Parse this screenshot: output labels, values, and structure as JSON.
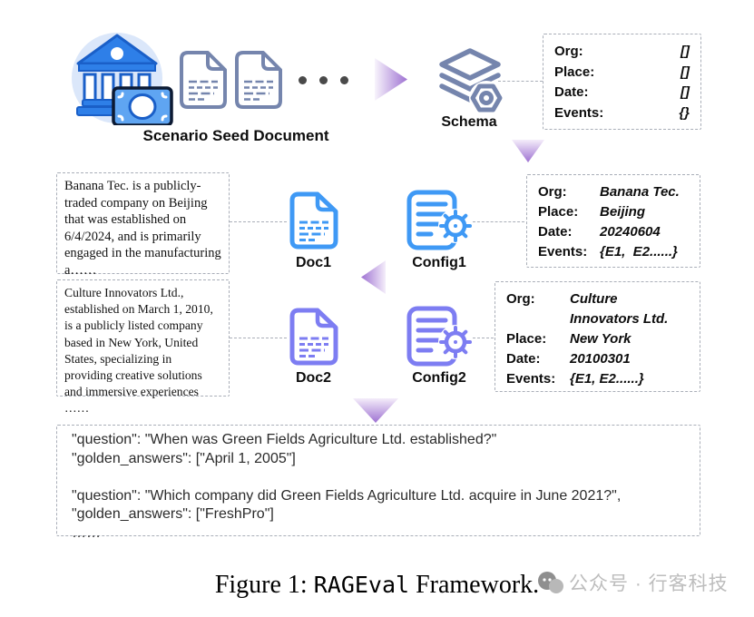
{
  "seed": {
    "label": "Scenario Seed Document"
  },
  "schema": {
    "label": "Schema",
    "fields": [
      {
        "key": "Org:",
        "value": "[]"
      },
      {
        "key": "Place:",
        "value": "[]"
      },
      {
        "key": "Date:",
        "value": "[]"
      },
      {
        "key": "Events:",
        "value": "{}"
      }
    ]
  },
  "doc1": {
    "seed_text": "Banana Tec. is a publicly-traded company on Beijing that was established on 6/4/2024, and is primarily engaged in the manufacturing a……",
    "doc_label": "Doc1",
    "config_label": "Config1",
    "fields": [
      {
        "key": "Org:",
        "value": "Banana Tec."
      },
      {
        "key": "Place:",
        "value": "Beijing"
      },
      {
        "key": "Date:",
        "value": "20240604"
      },
      {
        "key": "Events:",
        "value": "{E1,  E2......}"
      }
    ]
  },
  "doc2": {
    "seed_text": "Culture Innovators Ltd., established on March 1, 2010, is a publicly listed company based in New York, United States, specializing in providing creative solutions and immersive experiences ……",
    "doc_label": "Doc2",
    "config_label": "Config2",
    "fields": [
      {
        "key": "Org:",
        "value": "Culture Innovators Ltd."
      },
      {
        "key": "Place:",
        "value": "New York"
      },
      {
        "key": "Date:",
        "value": "20100301"
      },
      {
        "key": "Events:",
        "value": "{E1,  E2......}"
      }
    ]
  },
  "qa": {
    "lines": [
      "\"question\": \"When was Green Fields Agriculture Ltd. established?\"",
      "\"golden_answers\": [\"April 1, 2005\"]",
      "",
      "\"question\": \"Which company did Green Fields Agriculture Ltd. acquire in June 2021?\",",
      "\"golden_answers\": [\"FreshPro\"]",
      "……"
    ]
  },
  "caption": {
    "prefix": "Figure 1: ",
    "code": "RAGEval",
    "suffix": " Framework."
  },
  "watermark": "公众号 · 行客科技",
  "icons": {
    "bank": "bank-money-icon",
    "documents": "document-icon",
    "schema": "layers-gear-icon",
    "doc": "document-icon",
    "config": "config-gear-icon",
    "arrows": "gradient-arrow"
  },
  "colors": {
    "blue": "#3f99f5",
    "purple": "#7d7df2",
    "slate": "#7585ad",
    "arrow_purple": "#9e72d2",
    "bank_blue": "#2e7fe8"
  }
}
